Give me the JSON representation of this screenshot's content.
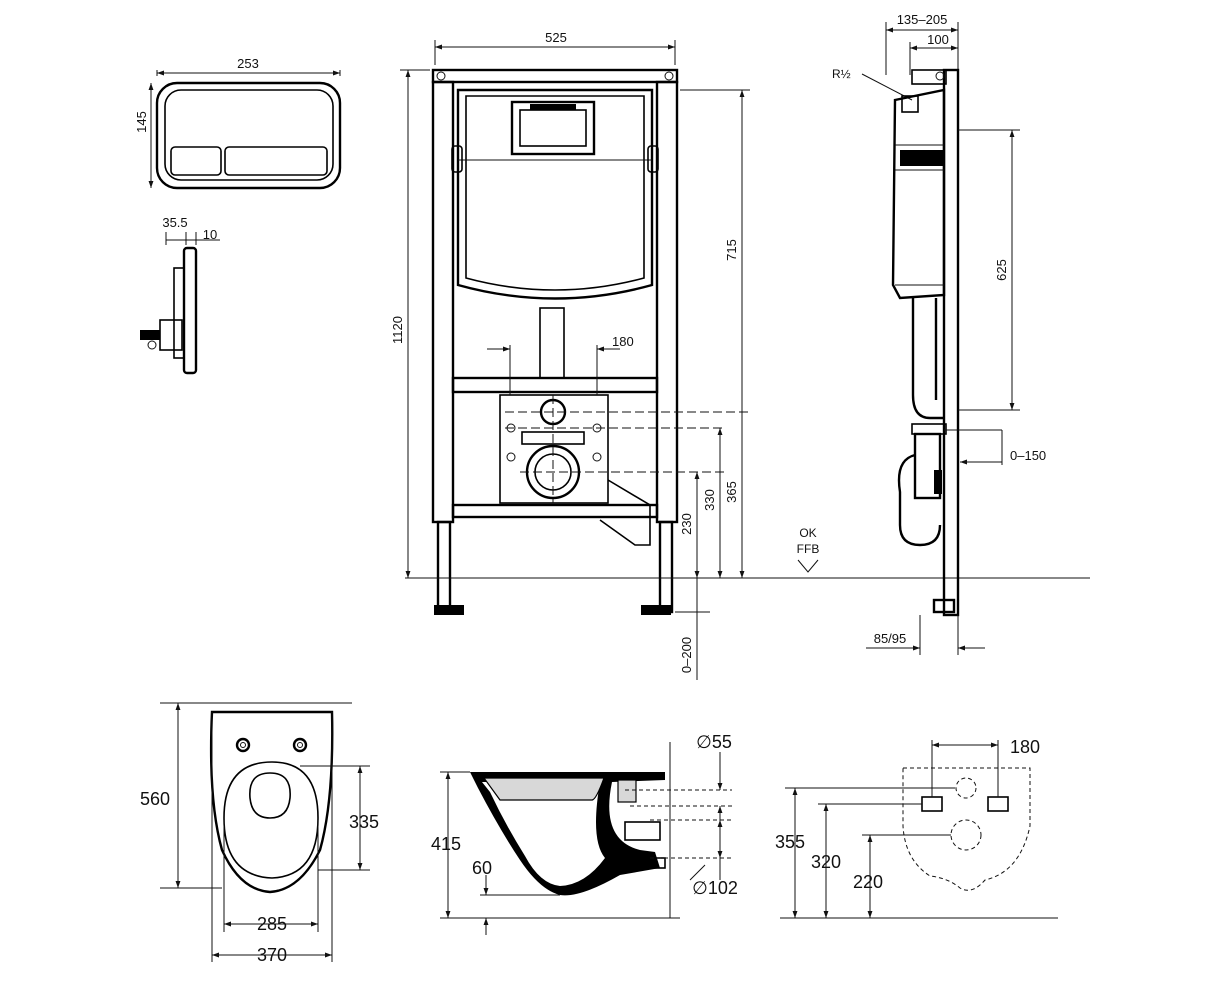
{
  "flush_plate": {
    "width": "253",
    "height": "145",
    "depth_total": "35.5",
    "depth_plate": "10"
  },
  "frame_front": {
    "width": "525",
    "total_height": "1120",
    "cistern_height": "715",
    "bolt_spacing": "180",
    "height_365": "365",
    "height_330": "330",
    "height_230": "230",
    "leg_adjust": "0–200",
    "floor_ok": "OK",
    "floor_ffb": "FFB"
  },
  "frame_side": {
    "depth_range": "135–205",
    "depth_100": "100",
    "pipe_thread": "R½",
    "height_625": "625",
    "offset_range": "0–150",
    "foot_depth": "85/95"
  },
  "bowl_top": {
    "length": "560",
    "hole_to_rim": "335",
    "inner_width": "285",
    "outer_width": "370"
  },
  "bowl_side": {
    "inlet_diameter": "∅55",
    "outlet_diameter": "∅102",
    "height": "415",
    "base_offset": "60"
  },
  "bowl_back": {
    "bolt_spacing": "180",
    "height_355": "355",
    "height_320": "320",
    "height_220": "220"
  }
}
